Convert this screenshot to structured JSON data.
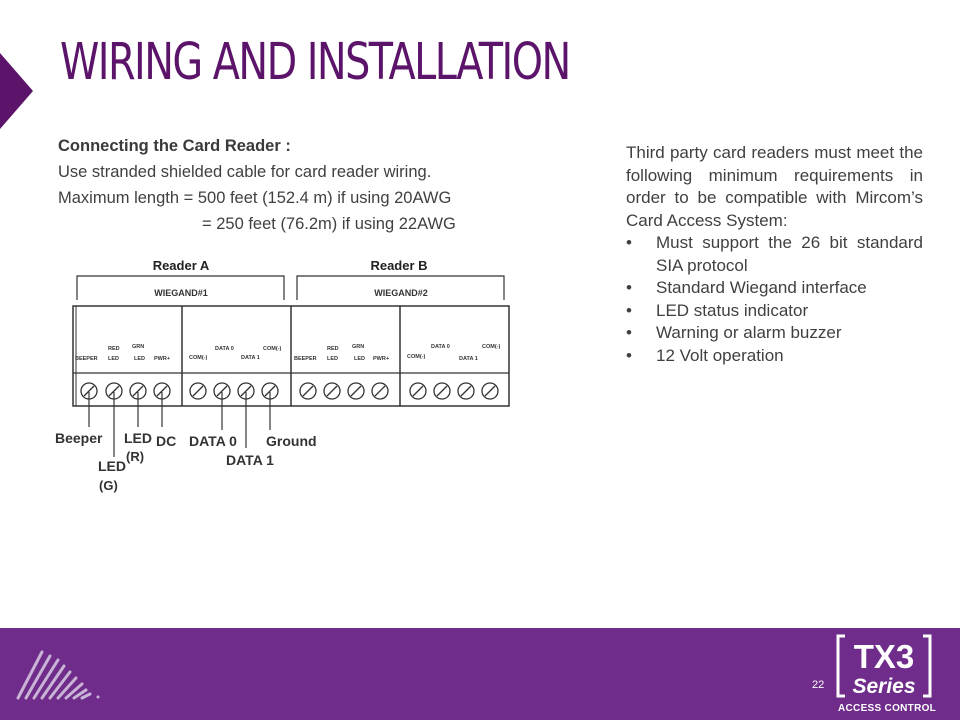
{
  "title": "WIRING AND INSTALLATION",
  "left": {
    "heading": "Connecting the Card Reader :",
    "line1": "Use stranded shielded cable for card reader wiring.",
    "line2": "Maximum length = 500 feet (152.4 m) if using 20AWG",
    "line3": "= 250 feet (76.2m) if using 22AWG"
  },
  "diagram": {
    "reader_a": "Reader A",
    "reader_b": "Reader B",
    "wiegand1": "WIEGAND#1",
    "wiegand2": "WIEGAND#2",
    "beeper": "BEEPER",
    "red": "RED",
    "grn": "GRN",
    "led": "LED",
    "pwr": "PWR+",
    "data0": "DATA 0",
    "data1": "DATA 1",
    "com": "COM(-)",
    "label_beeper": "Beeper",
    "label_led": "LED",
    "label_r": "(R)",
    "label_dc": "DC",
    "label_data0": "DATA 0",
    "label_ground": "Ground",
    "label_data1": "DATA 1",
    "label_ledg": "LED",
    "label_g": "(G)"
  },
  "right": {
    "para": "Third party card readers must meet the following minimum requirements in order to be compatible with Mircom’s Card Access System:",
    "bullet": "•",
    "items": [
      "Must support the 26 bit standard SIA protocol",
      "Standard Wiegand interface",
      "LED status indicator",
      "Warning or alarm buzzer",
      "12 Volt operation"
    ]
  },
  "footer": {
    "page_number": "22",
    "brand_main": "TX3",
    "brand_sub": "Series",
    "brand_tag": "ACCESS CONTROL"
  },
  "colors": {
    "accent": "#5b1469",
    "footer_bg": "#6f2c8a"
  }
}
